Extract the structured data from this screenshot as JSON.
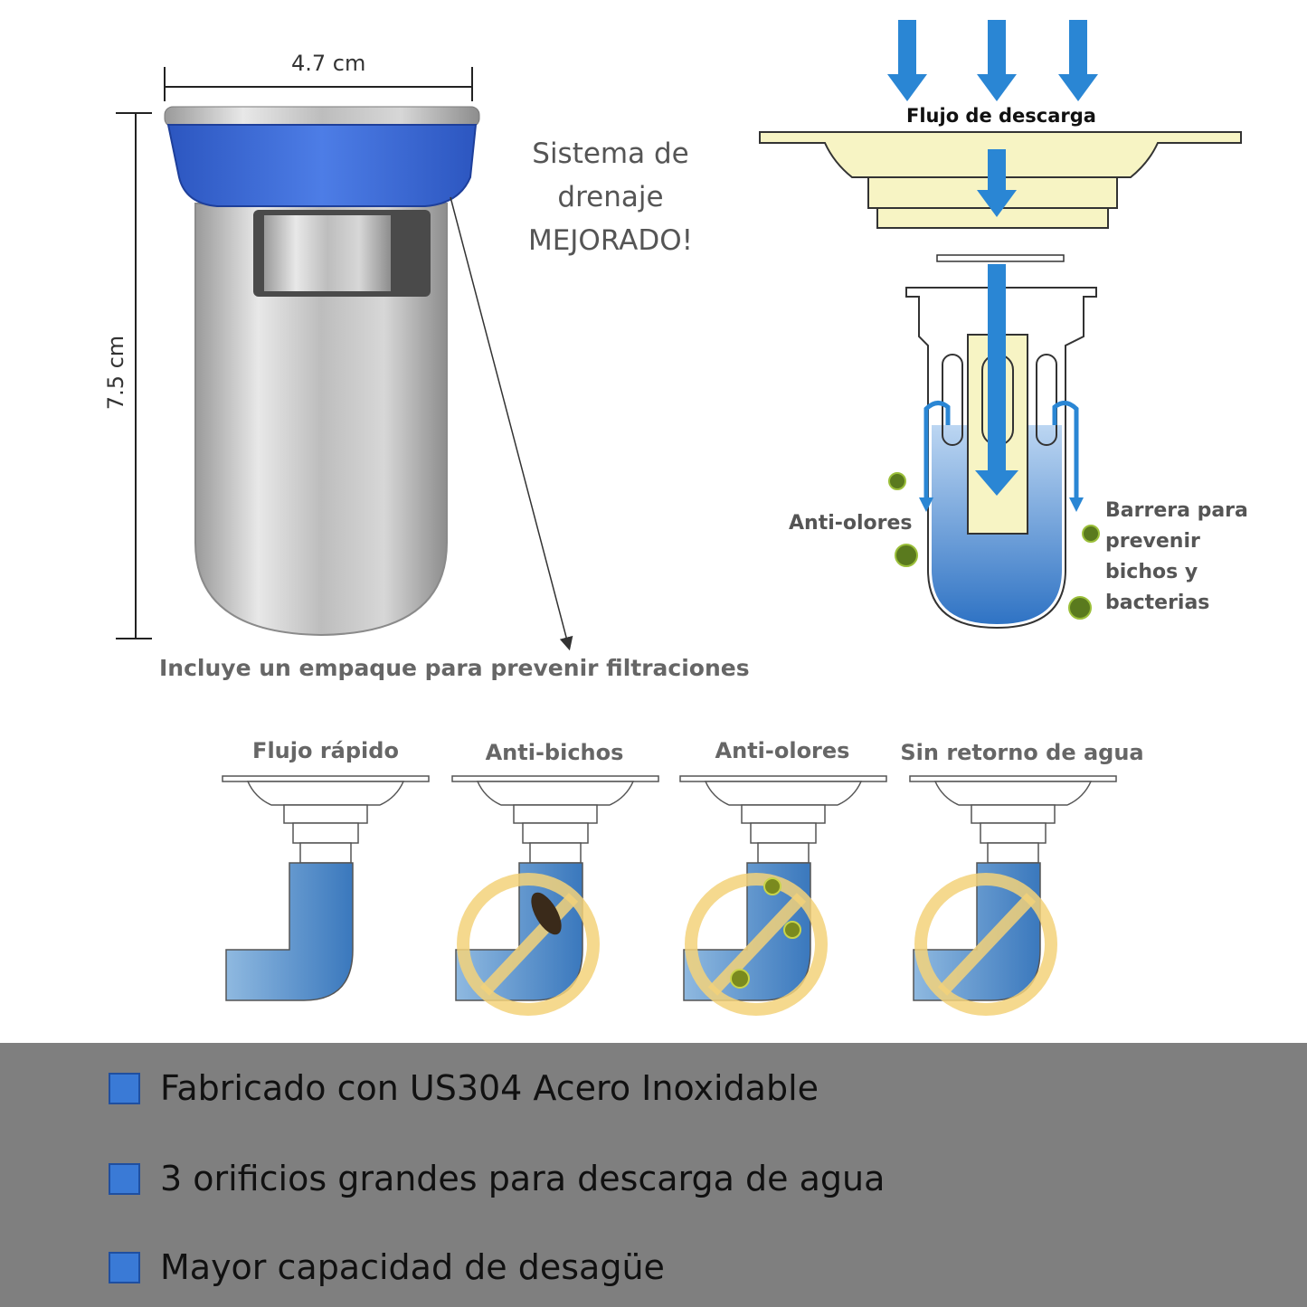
{
  "product": {
    "width_label": "4.7 cm",
    "height_label": "7.5 cm",
    "headline_lines": [
      "Sistema de",
      "drenaje",
      "MEJORADO!"
    ],
    "gasket_note": "Incluye un empaque para prevenir filtraciones"
  },
  "flow_diagram": {
    "title": "Flujo de descarga",
    "left_label": "Anti-olores",
    "right_label_lines": [
      "Barrera para",
      "prevenir",
      "bichos y",
      "bacterias"
    ]
  },
  "panels": [
    {
      "title": "Flujo rápido"
    },
    {
      "title": "Anti-bichos"
    },
    {
      "title": "Anti-olores"
    },
    {
      "title": "Sin retorno de agua"
    }
  ],
  "features": [
    "Fabricado con US304 Acero Inoxidable",
    "3 orificios grandes para descarga de agua",
    "Mayor capacidad de desagüe"
  ],
  "colors": {
    "accent_blue": "#3a7ad6",
    "water_blue": "#4a8fd0",
    "flow_yellow": "#f7f4c4",
    "footer_gray": "#7f7f7f"
  }
}
